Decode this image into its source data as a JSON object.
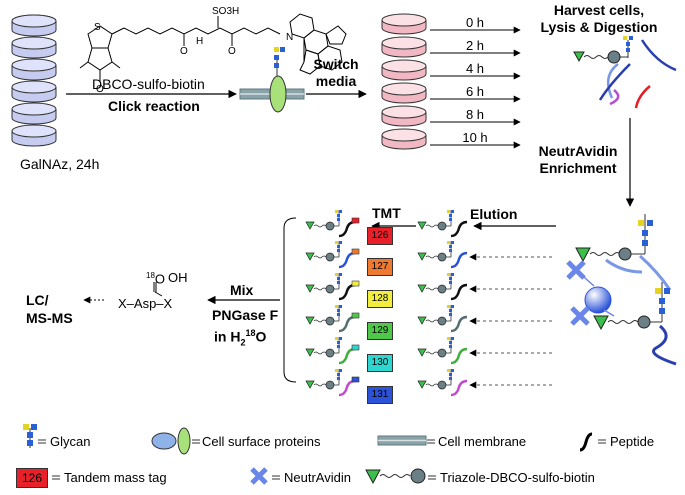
{
  "labels": {
    "galnaz": "GalNAz, 24h",
    "reagent": "DBCO-sulfo-biotin",
    "click": "Click reaction",
    "switch_line1": "Switch",
    "switch_line2": "media",
    "harvest_line1": "Harvest cells,",
    "harvest_line2": "Lysis & Digestion",
    "neutravidin_line1": "NeutrAvidin",
    "neutravidin_line2": "Enrichment",
    "elution": "Elution",
    "tmt": "TMT",
    "mix": "Mix",
    "pngase_line1": "PNGase F",
    "pngase_line2_prefix": "in H",
    "pngase_sub": "2",
    "pngase_sup": "18",
    "pngase_suffix": "O",
    "lcms_line1": "LC/",
    "lcms_line2": "MS-MS",
    "product_oh": "OH",
    "product_o": "O",
    "product_18": "18",
    "product_chain": "X–Asp–X",
    "chem_s": "S",
    "chem_so3h": "SO3H",
    "chem_n": "N",
    "chem_h": "H",
    "chem_o": "O"
  },
  "timepoints": [
    "0 h",
    "2 h",
    "4 h",
    "6 h",
    "8 h",
    "10 h"
  ],
  "tmt_tags": [
    {
      "label": "126",
      "color": "#e8202a"
    },
    {
      "label": "127",
      "color": "#ee7a32"
    },
    {
      "label": "128",
      "color": "#f2ee3e"
    },
    {
      "label": "129",
      "color": "#4fc84a"
    },
    {
      "label": "130",
      "color": "#2fd6d0"
    },
    {
      "label": "131",
      "color": "#2c52d8"
    }
  ],
  "legend": {
    "glycan": "Glycan",
    "proteins": "Cell surface proteins",
    "membrane": "Cell membrane",
    "peptide": "Peptide",
    "tag_sample": "126",
    "tag": "Tandem mass tag",
    "neutravidin": "NeutrAvidin",
    "biotin": "Triazole-DBCO-sulfo-biotin",
    "equals": "="
  },
  "colors": {
    "dish_blue": "#8f96d8",
    "dish_pink": "#e99aaa",
    "glycan_blue": "#2b5fd6",
    "glycan_yellow": "#e6d320",
    "neutravidin": "#6a86e8",
    "protein_green": "#a8e07a",
    "protein_blue": "#8fb2e8",
    "membrane": "#8aa3a8",
    "biotin_triangle": "#3bbf4a",
    "biotin_ball": "#6b7f86"
  }
}
